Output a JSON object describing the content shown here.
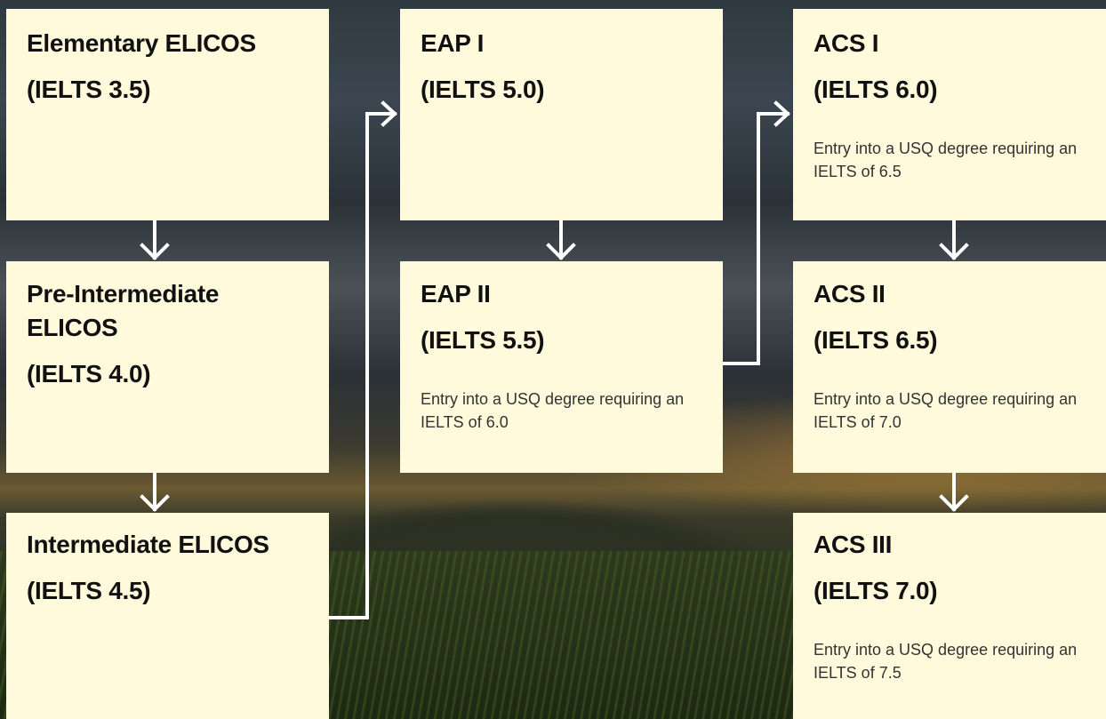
{
  "cards": [
    {
      "title": "Elementary ELICOS",
      "ielts": "(IELTS 3.5)",
      "desc": ""
    },
    {
      "title": "Pre-Intermediate ELICOS",
      "ielts": "(IELTS 4.0)",
      "desc": ""
    },
    {
      "title": "Intermediate ELICOS",
      "ielts": "(IELTS 4.5)",
      "desc": ""
    },
    {
      "title": "EAP I",
      "ielts": "(IELTS 5.0)",
      "desc": ""
    },
    {
      "title": "EAP II",
      "ielts": "(IELTS 5.5)",
      "desc": "Entry into a USQ degree requiring an IELTS of 6.0"
    },
    {
      "title": "ACS I",
      "ielts": "(IELTS 6.0)",
      "desc": "Entry into a USQ degree requiring an IELTS of 6.5"
    },
    {
      "title": "ACS II",
      "ielts": "(IELTS 6.5)",
      "desc": "Entry into a USQ degree requiring an IELTS of 7.0"
    },
    {
      "title": "ACS III",
      "ielts": "(IELTS 7.0)",
      "desc": "Entry into a USQ degree requiring an IELTS of 7.5"
    }
  ],
  "colors": {
    "card_bg": "#fffadc",
    "arrow": "#ffffff"
  }
}
